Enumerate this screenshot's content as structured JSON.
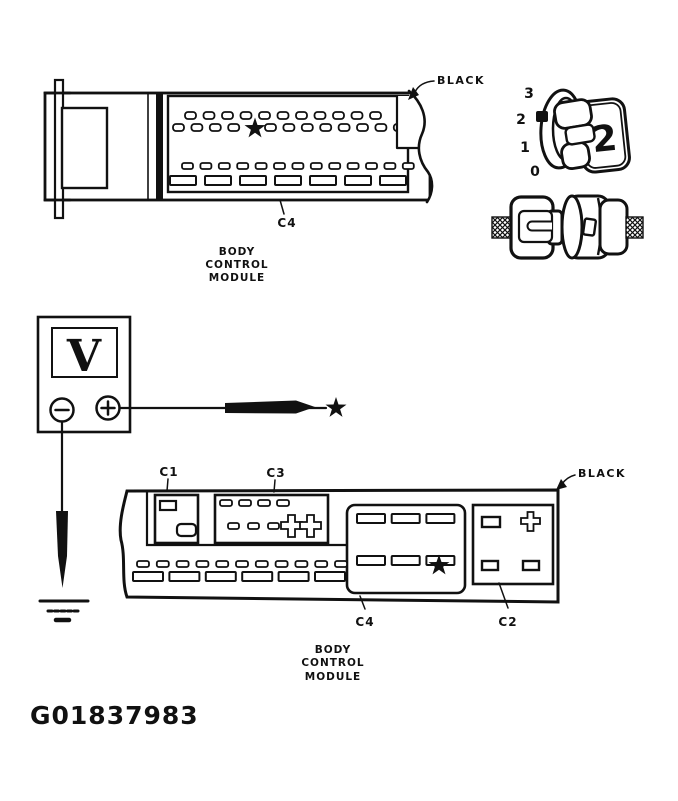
{
  "figure": {
    "id": "G01837983"
  },
  "top_connector_diagram": {
    "color_label": "BLACK",
    "connector_label": "C4",
    "caption_line1": "BODY",
    "caption_line2": "CONTROL",
    "caption_line3": "MODULE"
  },
  "ignition_switch": {
    "position_3": "3",
    "position_2": "2",
    "position_1": "1",
    "position_0": "0",
    "key_position_label": "2"
  },
  "voltmeter": {
    "display_label": "V"
  },
  "bottom_connector_diagram": {
    "color_label": "BLACK",
    "connector_c1_label": "C1",
    "connector_c3_label": "C3",
    "connector_c4_label": "C4",
    "connector_c2_label": "C2",
    "caption_line1": "BODY",
    "caption_line2": "CONTROL",
    "caption_line3": "MODULE"
  }
}
